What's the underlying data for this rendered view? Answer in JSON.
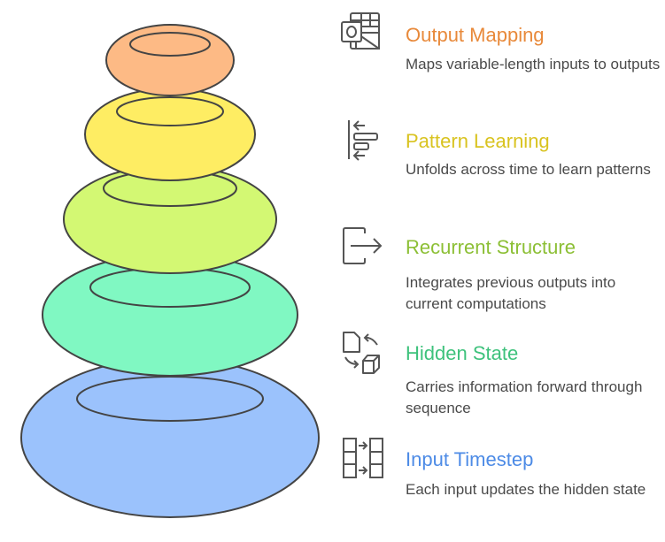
{
  "diagram": {
    "type": "stacked-rings",
    "layers_top_to_bottom": [
      {
        "id": "output-mapping",
        "title": "Output Mapping",
        "description": "Maps variable-length inputs to outputs",
        "icon": "outlook-mail-grid-icon",
        "title_color": "#E8893A",
        "fill_color": "#FDBA85"
      },
      {
        "id": "pattern-learning",
        "title": "Pattern Learning",
        "description": "Unfolds across time to learn patterns",
        "icon": "align-arrows-icon",
        "title_color": "#D9C320",
        "fill_color": "#FEED63"
      },
      {
        "id": "recurrent-structure",
        "title": "Recurrent Structure",
        "description": "Integrates previous outputs into current computations",
        "icon": "exit-arrow-icon",
        "title_color": "#8CBF35",
        "fill_color": "#D3F873"
      },
      {
        "id": "hidden-state",
        "title": "Hidden State",
        "description": "Carries information forward through sequence",
        "icon": "file-cube-exchange-icon",
        "title_color": "#3EC27C",
        "fill_color": "#80F8C2"
      },
      {
        "id": "input-timestep",
        "title": "Input Timestep",
        "description": "Each input updates the hidden state",
        "icon": "columns-transfer-icon",
        "title_color": "#4D8BE6",
        "fill_color": "#9BC2FC"
      }
    ]
  }
}
